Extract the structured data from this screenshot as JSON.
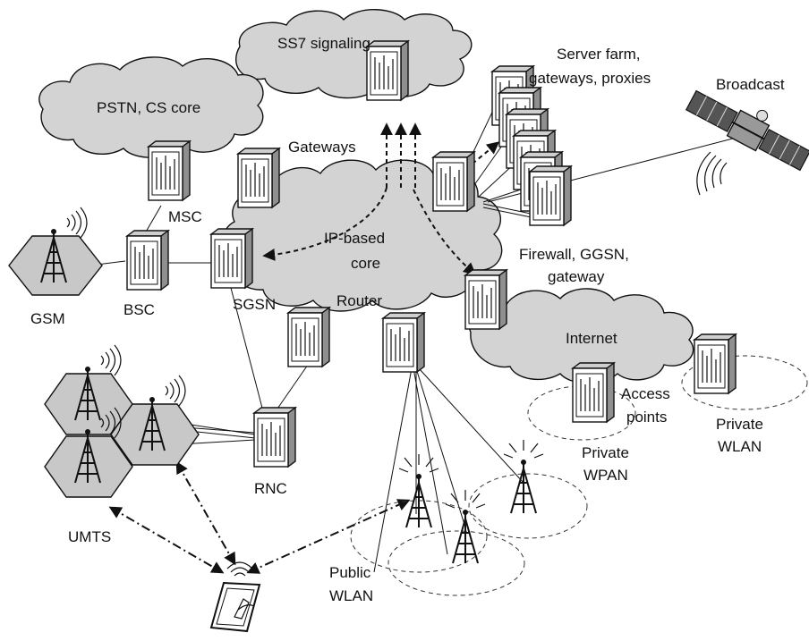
{
  "labels": {
    "ss7": "SS7 signaling",
    "server_farm_1": "Server farm,",
    "server_farm_2": "gateways, proxies",
    "broadcast": "Broadcast",
    "pstn": "PSTN, CS core",
    "gateways": "Gateways",
    "msc": "MSC",
    "ip_core_1": "IP-based",
    "ip_core_2": "core",
    "firewall_1": "Firewall, GGSN,",
    "firewall_2": "gateway",
    "sgsn": "SGSN",
    "router": "Router",
    "gsm": "GSM",
    "bsc": "BSC",
    "internet": "Internet",
    "access_1": "Access",
    "access_2": "points",
    "private_wlan_1": "Private",
    "private_wlan_2": "WLAN",
    "private_wpan_1": "Private",
    "private_wpan_2": "WPAN",
    "rnc": "RNC",
    "umts": "UMTS",
    "public_wlan_1": "Public",
    "public_wlan_2": "WLAN"
  },
  "colors": {
    "cloud_fill": "#d3d3d3",
    "cell_fill": "#c8c8c8",
    "line": "#111111"
  }
}
